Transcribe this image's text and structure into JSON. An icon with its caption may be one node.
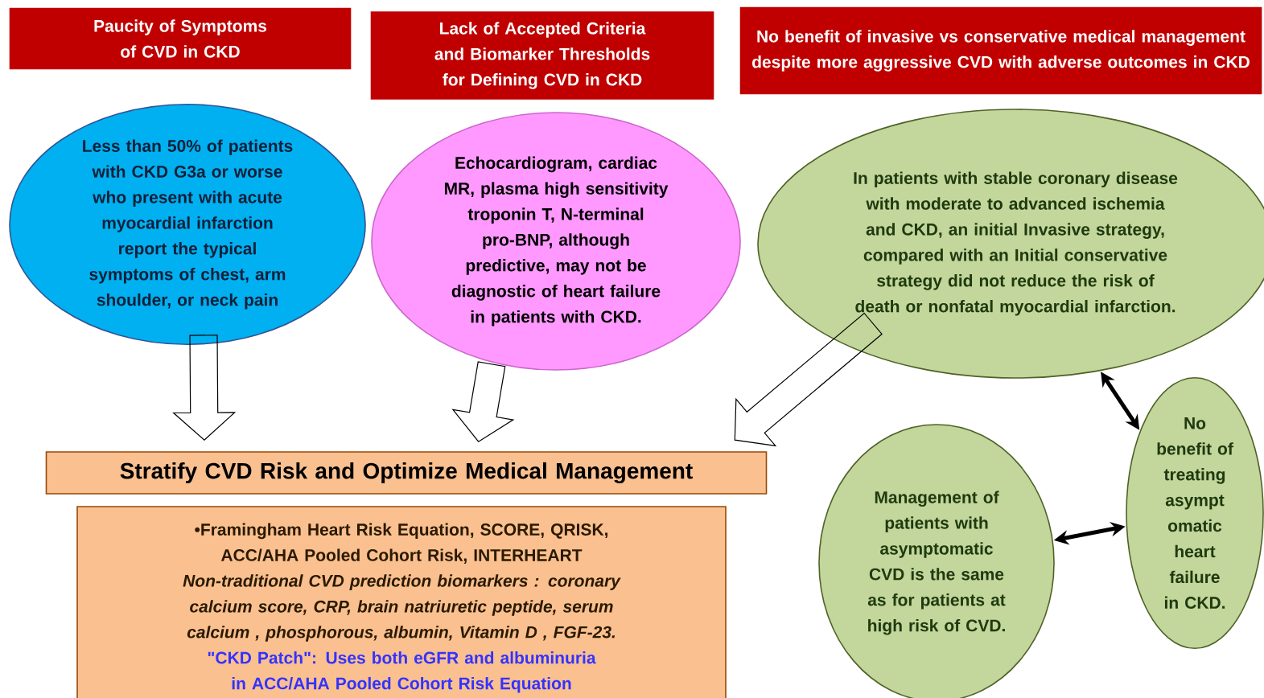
{
  "diagram": {
    "nodes": [
      {
        "text": [
          "Paucity of Symptoms of CVD in CKD"
        ]
      },
      {
        "text": [
          "Lack of Accepted Criteria and Biomarker Thresholds for Defining CVD in CKD"
        ]
      },
      {
        "text": [
          "No benefit of invasive vs conservative medical management despite more aggressive CVD with adverse outcomes in CKD"
        ]
      },
      {
        "text": [
          "Less than 50% of patients with CKD G3a or worse who present with acute myocardial infarction report the typical symptoms of chest, arm shoulder, or neck pain"
        ]
      },
      {
        "text": [
          "Echocardiogram, cardiac MR, plasma high sensitivity troponin T, N-terminal pro-BNP, although predictive, may not be diagnostic of heart failure in patients with CKD."
        ]
      },
      {
        "text": [
          "In patients with stable coronary disease with moderate to advanced ischemia and CKD, an initial Invasive strategy, compared with an Initial conservative strategy did not reduce the risk of death or nonfatal myocardial infarction."
        ]
      },
      {
        "text": [
          "Stratify CVD Risk and Optimize Medical Management"
        ]
      },
      {
        "text": [
          "•Framingham Heart Risk Equation, SCORE, QRISK, ACC/AHA Pooled Cohort Risk, INTERHEART",
          "Non-traditional CVD prediction biomarkers : coronary calcium score, CRP, brain natriuretic peptide, serum calcium , phosphorous, albumin, Vitamin D , FGF-23.",
          "\"CKD Patch\": Uses both eGFR and albuminuria in ACC/AHA Pooled Cohort Risk Equation"
        ]
      },
      {
        "text": [
          "Management of patients with asymptomatic CVD is the same as for patients at high risk of CVD."
        ]
      },
      {
        "text": [
          "No benefit of treating asympt omatic heart failure in CKD."
        ]
      }
    ],
    "edges": [
      {
        "from": 3,
        "to": 6,
        "arrow": "to"
      },
      {
        "from": 4,
        "to": 6,
        "arrow": "to"
      },
      {
        "from": 5,
        "to": 6,
        "arrow": "to"
      },
      {
        "from": 5,
        "to": 9,
        "arrow": "both"
      },
      {
        "from": 8,
        "to": 9,
        "arrow": "both"
      }
    ]
  }
}
